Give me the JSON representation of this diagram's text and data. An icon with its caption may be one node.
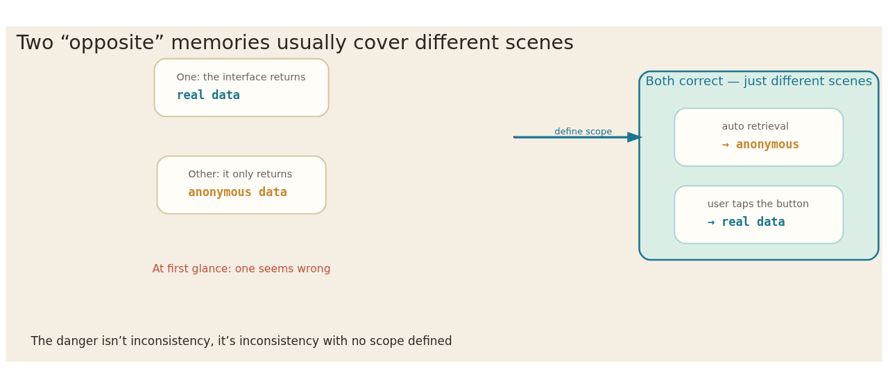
{
  "diagram": {
    "title": "Two “opposite” memories usually cover different scenes",
    "nodes": [
      {
        "text": [
          "One: the interface returns",
          "real data"
        ]
      },
      {
        "text": [
          "Other: it only returns",
          "anonymous data"
        ]
      },
      {
        "text": [
          "Both correct — just different scenes"
        ]
      },
      {
        "text": [
          "auto retrieval",
          "→ anonymous"
        ],
        "in": 2
      },
      {
        "text": [
          "user taps the button",
          "→ real data"
        ],
        "in": 2
      }
    ],
    "edges": [
      {
        "from": null,
        "to": 2,
        "arrow": "to",
        "label": "define scope",
        "color": "#1a7590"
      }
    ],
    "labels": [
      "At first glance: one seems wrong",
      "The danger isn’t inconsistency, it’s inconsistency with no scope defined"
    ]
  }
}
